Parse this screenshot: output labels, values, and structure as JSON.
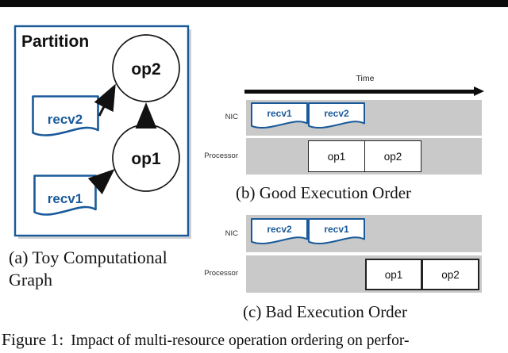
{
  "colors": {
    "accent_blue": "#1a5a9a",
    "band_gray": "#c9c9c9"
  },
  "panel_a": {
    "partition_label": "Partition",
    "node_op2": "op2",
    "node_op1": "op1",
    "doc_recv2": "recv2",
    "doc_recv1": "recv1",
    "caption_line1": "(a) Toy Computational",
    "caption_line2": "Graph"
  },
  "panel_b": {
    "time_label": "Time",
    "row_labels": {
      "nic": "NIC",
      "processor": "Processor"
    },
    "nic_items": [
      "recv1",
      "recv2"
    ],
    "processor_items": [
      "op1",
      "op2"
    ],
    "caption": "(b) Good Execution Order"
  },
  "panel_c": {
    "row_labels": {
      "nic": "NIC",
      "processor": "Processor"
    },
    "nic_items": [
      "recv2",
      "recv1"
    ],
    "processor_items": [
      "op1",
      "op2"
    ],
    "caption": "(c) Bad Execution Order"
  },
  "figure_caption": {
    "prefix": "Figure 1:",
    "text": "Impact of multi-resource operation ordering on perfor-"
  }
}
